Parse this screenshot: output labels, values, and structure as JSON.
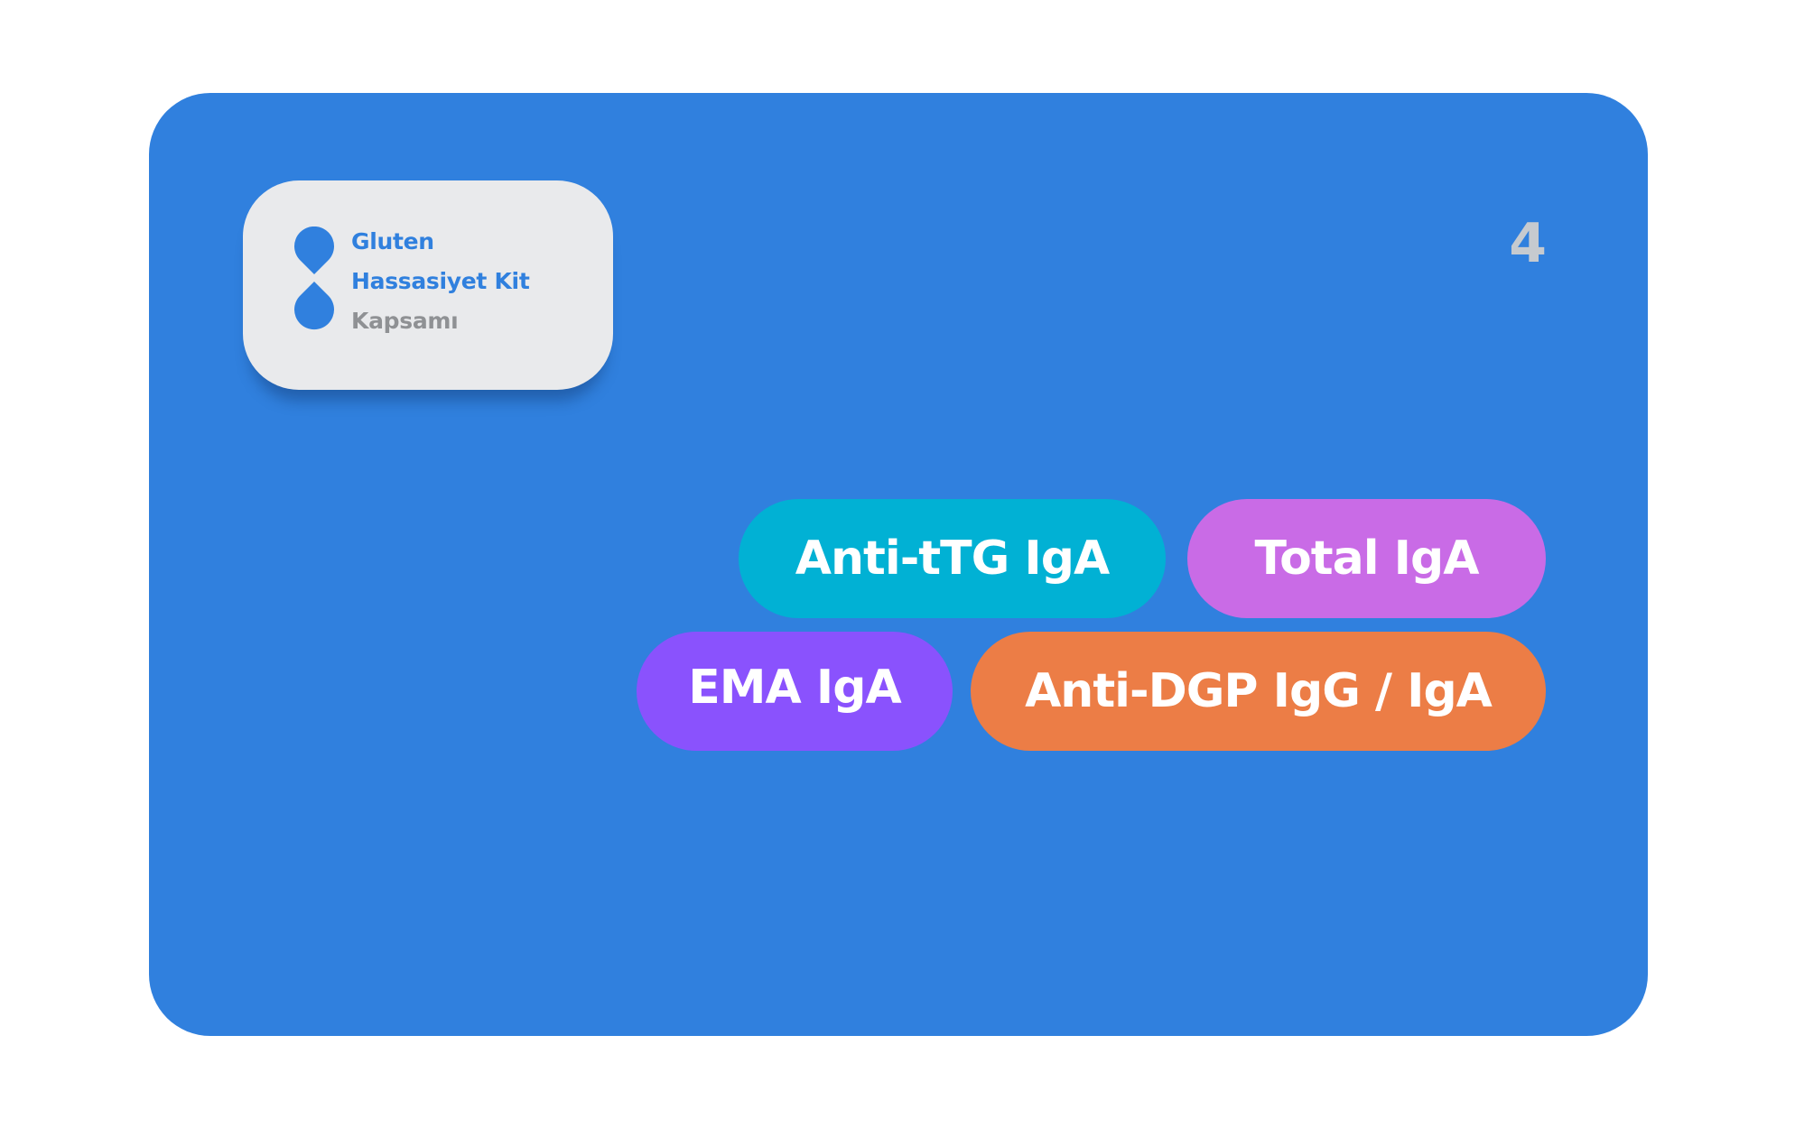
{
  "logo": {
    "icon": "gluten-kit-logo-icon",
    "line1": "Gluten",
    "line2": "Hassasiyet Kit",
    "line3": "Kapsamı"
  },
  "page_number": "4",
  "tests": [
    {
      "label": "Anti-tTG IgA",
      "color": "#01b1d4"
    },
    {
      "label": "Total IgA",
      "color": "#c96be6"
    },
    {
      "label": "EMA IgA",
      "color": "#8a52fd"
    },
    {
      "label": "Anti-DGP IgG / IgA",
      "color": "#ec7d46"
    }
  ],
  "colors": {
    "card_background": "#3080de",
    "logo_background": "#e9eaec",
    "brand_blue": "#3080de",
    "muted_gray": "#8f9194",
    "page_number": "#c6cacf"
  }
}
